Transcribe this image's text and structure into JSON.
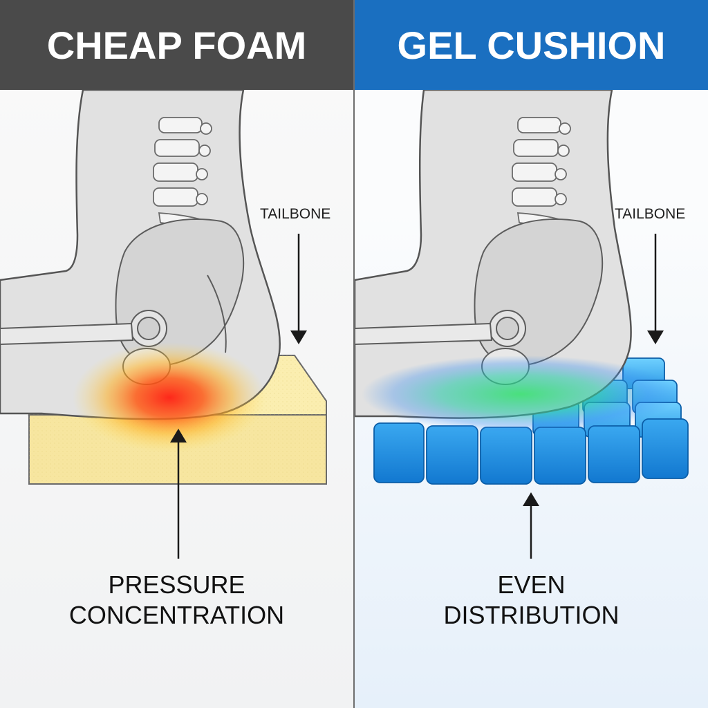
{
  "left_panel": {
    "title": "CHEAP FOAM",
    "tailbone_label": "TAILBONE",
    "caption_line1": "PRESSURE",
    "caption_line2": "CONCENTRATION",
    "colors": {
      "header": "#4a4a4a",
      "foam": "#f7e6a0",
      "hotspot": "#ff2a10"
    }
  },
  "right_panel": {
    "title": "GEL CUSHION",
    "tailbone_label": "TAILBONE",
    "caption_line1": "EVEN",
    "caption_line2": "DISTRIBUTION",
    "colors": {
      "header": "#1a6fc0",
      "gel": "#1a8ee0",
      "pressure": "#3fd95a"
    }
  }
}
